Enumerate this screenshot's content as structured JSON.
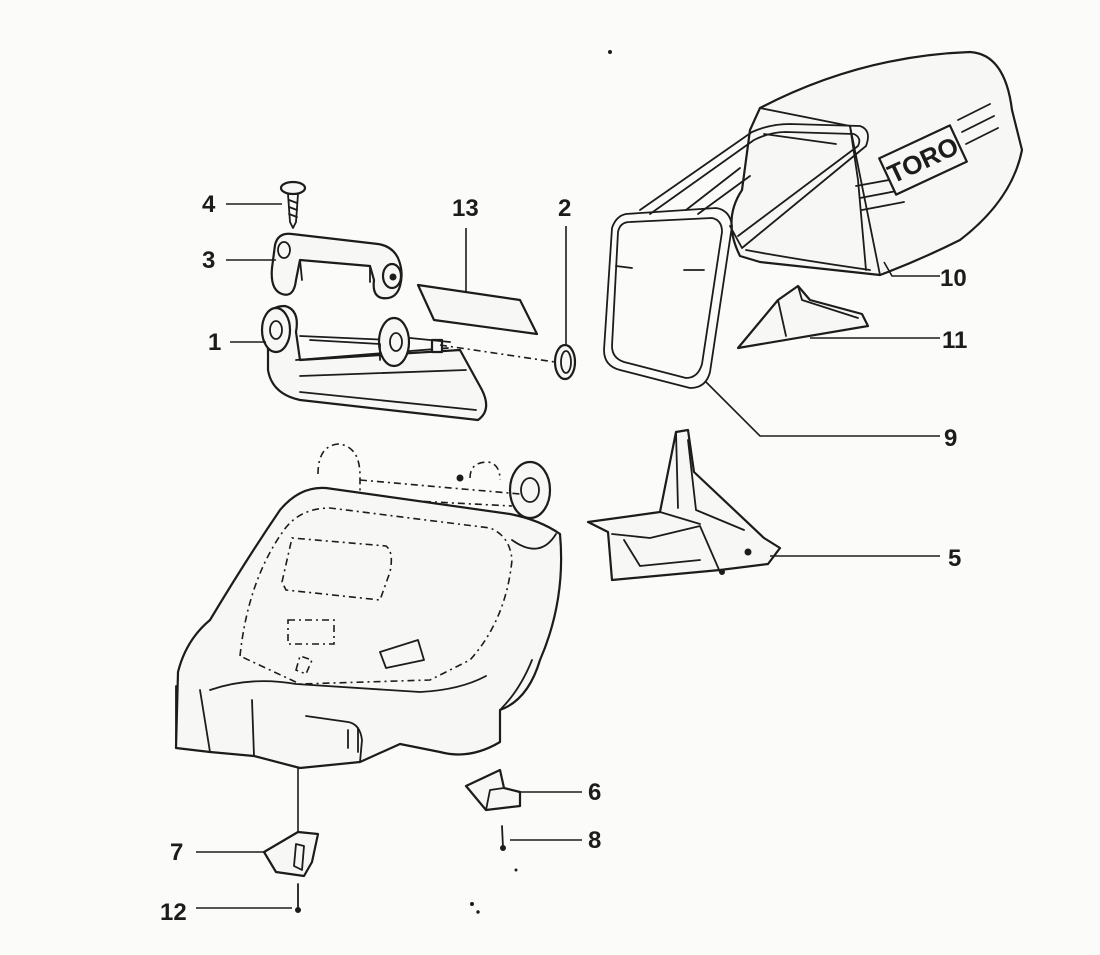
{
  "diagram": {
    "callouts": {
      "c1": "1",
      "c2": "2",
      "c3": "3",
      "c4": "4",
      "c5": "5",
      "c6": "6",
      "c7": "7",
      "c8": "8",
      "c9": "9",
      "c10": "10",
      "c11": "11",
      "c12": "12",
      "c13": "13"
    },
    "bag_logo": "TORO"
  }
}
